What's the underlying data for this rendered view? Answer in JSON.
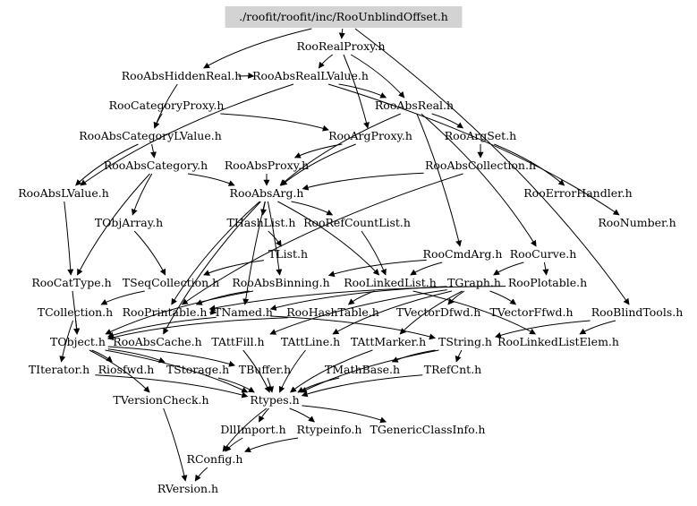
{
  "graph": {
    "root": "./roofit/roofit/inc/RooUnblindOffset.h",
    "colors": {
      "root_fill": "#d3d3d3",
      "edge": "#000000",
      "background": "#ffffff"
    },
    "nodes": [
      {
        "id": "root",
        "label": "./roofit/roofit/inc/RooUnblindOffset.h"
      },
      {
        "id": "RooRealProxy",
        "label": "RooRealProxy.h"
      },
      {
        "id": "RooAbsHiddenReal",
        "label": "RooAbsHiddenReal.h"
      },
      {
        "id": "RooAbsRealLValue",
        "label": "RooAbsRealLValue.h"
      },
      {
        "id": "RooCategoryProxy",
        "label": "RooCategoryProxy.h"
      },
      {
        "id": "RooAbsReal",
        "label": "RooAbsReal.h"
      },
      {
        "id": "RooAbsCategoryLValue",
        "label": "RooAbsCategoryLValue.h"
      },
      {
        "id": "RooArgProxy",
        "label": "RooArgProxy.h"
      },
      {
        "id": "RooArgSet",
        "label": "RooArgSet.h"
      },
      {
        "id": "RooAbsCategory",
        "label": "RooAbsCategory.h"
      },
      {
        "id": "RooAbsProxy",
        "label": "RooAbsProxy.h"
      },
      {
        "id": "RooAbsCollection",
        "label": "RooAbsCollection.h"
      },
      {
        "id": "RooAbsLValue",
        "label": "RooAbsLValue.h"
      },
      {
        "id": "RooAbsArg",
        "label": "RooAbsArg.h"
      },
      {
        "id": "RooErrorHandler",
        "label": "RooErrorHandler.h"
      },
      {
        "id": "TObjArray",
        "label": "TObjArray.h"
      },
      {
        "id": "THashList",
        "label": "THashList.h"
      },
      {
        "id": "RooRefCountList",
        "label": "RooRefCountList.h"
      },
      {
        "id": "RooNumber",
        "label": "RooNumber.h"
      },
      {
        "id": "TList",
        "label": "TList.h"
      },
      {
        "id": "RooCmdArg",
        "label": "RooCmdArg.h"
      },
      {
        "id": "RooCurve",
        "label": "RooCurve.h"
      },
      {
        "id": "RooCatType",
        "label": "RooCatType.h"
      },
      {
        "id": "TSeqCollection",
        "label": "TSeqCollection.h"
      },
      {
        "id": "RooAbsBinning",
        "label": "RooAbsBinning.h"
      },
      {
        "id": "RooLinkedList",
        "label": "RooLinkedList.h"
      },
      {
        "id": "TGraph",
        "label": "TGraph.h"
      },
      {
        "id": "RooPlotable",
        "label": "RooPlotable.h"
      },
      {
        "id": "TCollection",
        "label": "TCollection.h"
      },
      {
        "id": "RooPrintable",
        "label": "RooPrintable.h"
      },
      {
        "id": "TNamed",
        "label": "TNamed.h"
      },
      {
        "id": "RooHashTable",
        "label": "RooHashTable.h"
      },
      {
        "id": "TVectorDfwd",
        "label": "TVectorDfwd.h"
      },
      {
        "id": "TVectorFfwd",
        "label": "TVectorFfwd.h"
      },
      {
        "id": "RooBlindTools",
        "label": "RooBlindTools.h"
      },
      {
        "id": "TObject",
        "label": "TObject.h"
      },
      {
        "id": "RooAbsCache",
        "label": "RooAbsCache.h"
      },
      {
        "id": "TAttFill",
        "label": "TAttFill.h"
      },
      {
        "id": "TAttLine",
        "label": "TAttLine.h"
      },
      {
        "id": "TAttMarker",
        "label": "TAttMarker.h"
      },
      {
        "id": "TString",
        "label": "TString.h"
      },
      {
        "id": "RooLinkedListElem",
        "label": "RooLinkedListElem.h"
      },
      {
        "id": "TIterator",
        "label": "TIterator.h"
      },
      {
        "id": "Riosfwd",
        "label": "Riosfwd.h"
      },
      {
        "id": "TStorage",
        "label": "TStorage.h"
      },
      {
        "id": "TBuffer",
        "label": "TBuffer.h"
      },
      {
        "id": "TMathBase",
        "label": "TMathBase.h"
      },
      {
        "id": "TRefCnt",
        "label": "TRefCnt.h"
      },
      {
        "id": "TVersionCheck",
        "label": "TVersionCheck.h"
      },
      {
        "id": "Rtypes",
        "label": "Rtypes.h"
      },
      {
        "id": "DllImport",
        "label": "DllImport.h"
      },
      {
        "id": "Rtypeinfo",
        "label": "Rtypeinfo.h"
      },
      {
        "id": "TGenericClassInfo",
        "label": "TGenericClassInfo.h"
      },
      {
        "id": "RConfig",
        "label": "RConfig.h"
      },
      {
        "id": "RVersion",
        "label": "RVersion.h"
      }
    ],
    "edges": [
      [
        "root",
        "RooRealProxy"
      ],
      [
        "root",
        "RooBlindTools"
      ],
      [
        "root",
        "RooAbsHiddenReal"
      ],
      [
        "RooRealProxy",
        "RooAbsRealLValue"
      ],
      [
        "RooRealProxy",
        "RooAbsReal"
      ],
      [
        "RooRealProxy",
        "RooArgProxy"
      ],
      [
        "RooAbsHiddenReal",
        "RooAbsRealLValue"
      ],
      [
        "RooAbsHiddenReal",
        "RooAbsCategoryLValue"
      ],
      [
        "RooAbsRealLValue",
        "RooAbsReal"
      ],
      [
        "RooAbsRealLValue",
        "RooAbsLValue"
      ],
      [
        "RooAbsRealLValue",
        "RooNumber"
      ],
      [
        "RooCategoryProxy",
        "RooArgProxy"
      ],
      [
        "RooCategoryProxy",
        "RooAbsCategoryLValue"
      ],
      [
        "RooAbsReal",
        "RooArgSet"
      ],
      [
        "RooAbsReal",
        "RooAbsArg"
      ],
      [
        "RooAbsReal",
        "RooCmdArg"
      ],
      [
        "RooAbsReal",
        "RooCurve"
      ],
      [
        "RooAbsCategoryLValue",
        "RooAbsCategory"
      ],
      [
        "RooAbsCategoryLValue",
        "RooAbsLValue"
      ],
      [
        "RooArgProxy",
        "RooAbsProxy"
      ],
      [
        "RooArgProxy",
        "RooAbsArg"
      ],
      [
        "RooArgSet",
        "RooAbsCollection"
      ],
      [
        "RooArgSet",
        "RooErrorHandler"
      ],
      [
        "RooAbsCategory",
        "RooAbsArg"
      ],
      [
        "RooAbsCategory",
        "TObjArray"
      ],
      [
        "RooAbsCategory",
        "RooCatType"
      ],
      [
        "RooAbsProxy",
        "RooAbsArg"
      ],
      [
        "RooAbsCollection",
        "RooAbsArg"
      ],
      [
        "RooAbsCollection",
        "RooPrintable"
      ],
      [
        "RooAbsLValue",
        "RooCatType"
      ],
      [
        "RooAbsArg",
        "THashList"
      ],
      [
        "RooAbsArg",
        "RooRefCountList"
      ],
      [
        "RooAbsArg",
        "RooAbsCache"
      ],
      [
        "RooAbsArg",
        "RooPrintable"
      ],
      [
        "RooAbsArg",
        "TNamed"
      ],
      [
        "RooAbsArg",
        "RooLinkedList"
      ],
      [
        "RooAbsArg",
        "RooAbsBinning"
      ],
      [
        "TObjArray",
        "TSeqCollection"
      ],
      [
        "THashList",
        "TList"
      ],
      [
        "RooRefCountList",
        "RooLinkedList"
      ],
      [
        "TList",
        "TSeqCollection"
      ],
      [
        "RooCmdArg",
        "RooAbsBinning"
      ],
      [
        "RooCmdArg",
        "RooLinkedList"
      ],
      [
        "RooCurve",
        "TGraph"
      ],
      [
        "RooCurve",
        "RooPlotable"
      ],
      [
        "RooCatType",
        "TObject"
      ],
      [
        "TSeqCollection",
        "TCollection"
      ],
      [
        "RooAbsBinning",
        "TObject"
      ],
      [
        "RooAbsBinning",
        "RooPrintable"
      ],
      [
        "RooLinkedList",
        "RooHashTable"
      ],
      [
        "RooLinkedList",
        "RooLinkedListElem"
      ],
      [
        "TGraph",
        "TNamed"
      ],
      [
        "TGraph",
        "TAttLine"
      ],
      [
        "TGraph",
        "TAttFill"
      ],
      [
        "TGraph",
        "TAttMarker"
      ],
      [
        "TGraph",
        "TVectorFfwd"
      ],
      [
        "TGraph",
        "TVectorDfwd"
      ],
      [
        "RooPlotable",
        "RooPrintable"
      ],
      [
        "TCollection",
        "TObject"
      ],
      [
        "TCollection",
        "TIterator"
      ],
      [
        "RooPrintable",
        "TNamed"
      ],
      [
        "TNamed",
        "TObject"
      ],
      [
        "TNamed",
        "TString"
      ],
      [
        "RooHashTable",
        "TObject"
      ],
      [
        "RooBlindTools",
        "TString"
      ],
      [
        "RooBlindTools",
        "RooLinkedListElem"
      ],
      [
        "TObject",
        "Rtypes"
      ],
      [
        "TObject",
        "Riosfwd"
      ],
      [
        "TObject",
        "TStorage"
      ],
      [
        "TObject",
        "TVersionCheck"
      ],
      [
        "TObject",
        "TBuffer"
      ],
      [
        "TAttFill",
        "Rtypes"
      ],
      [
        "TAttLine",
        "Rtypes"
      ],
      [
        "TAttMarker",
        "Rtypes"
      ],
      [
        "TString",
        "TMathBase"
      ],
      [
        "TString",
        "TRefCnt"
      ],
      [
        "TString",
        "Rtypes"
      ],
      [
        "TIterator",
        "Rtypes"
      ],
      [
        "TStorage",
        "Rtypes"
      ],
      [
        "TBuffer",
        "Rtypes"
      ],
      [
        "TMathBase",
        "Rtypes"
      ],
      [
        "TRefCnt",
        "Rtypes"
      ],
      [
        "TVersionCheck",
        "RVersion"
      ],
      [
        "Rtypes",
        "DllImport"
      ],
      [
        "Rtypes",
        "Rtypeinfo"
      ],
      [
        "Rtypes",
        "TGenericClassInfo"
      ],
      [
        "Rtypes",
        "RConfig"
      ],
      [
        "DllImport",
        "RConfig"
      ],
      [
        "Rtypeinfo",
        "RConfig"
      ],
      [
        "RConfig",
        "RVersion"
      ]
    ]
  }
}
